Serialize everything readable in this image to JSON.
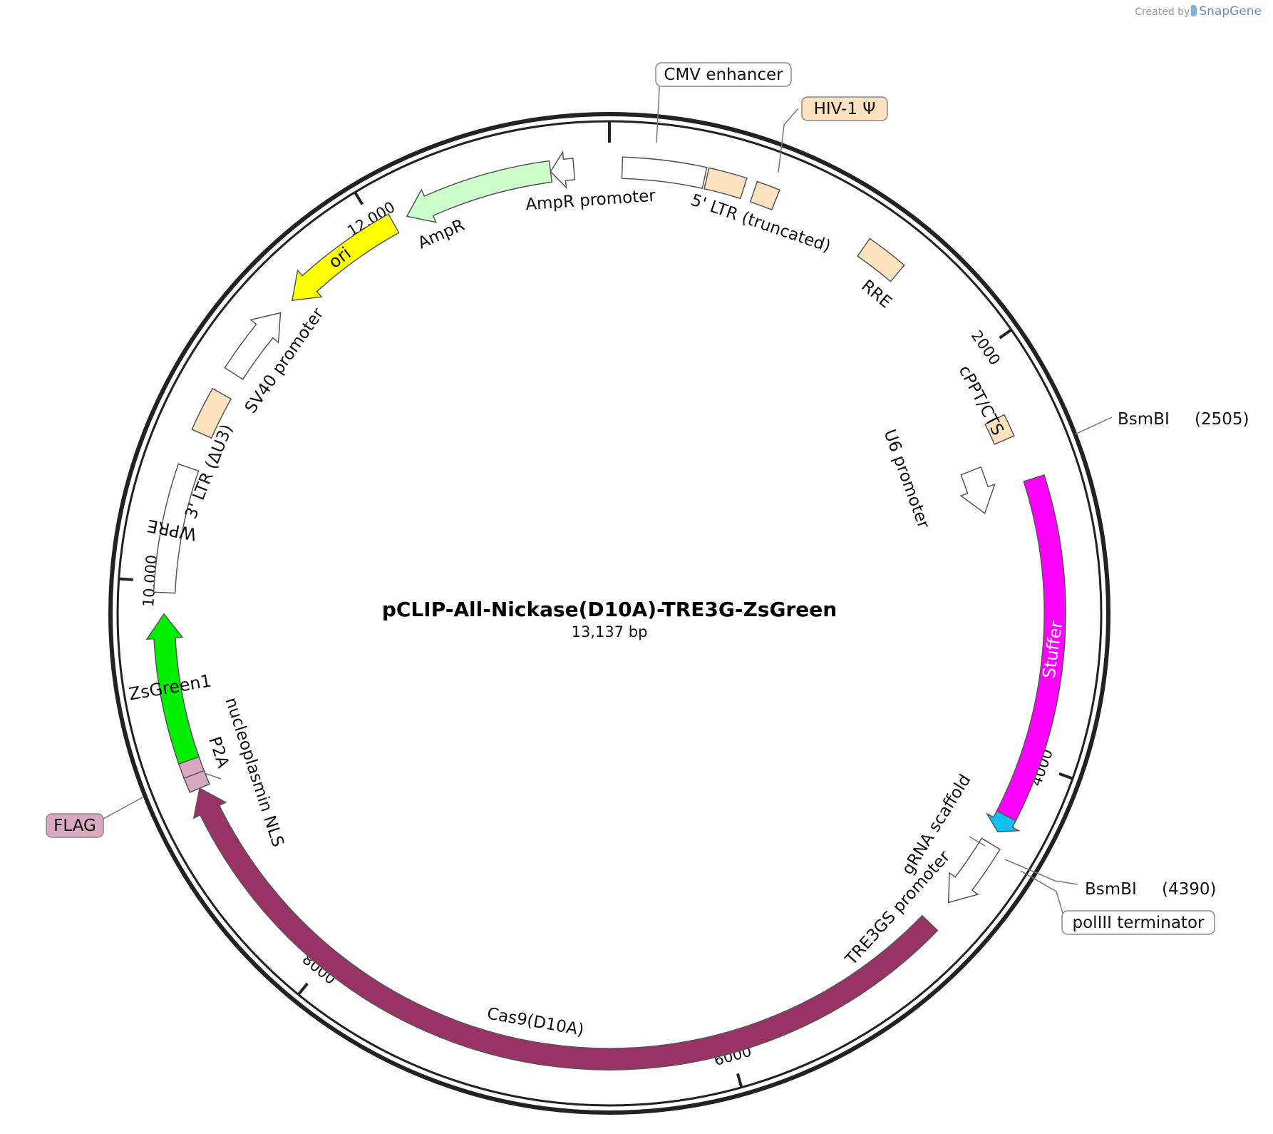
{
  "credit": {
    "created_by": "Created by",
    "brand": "SnapGene"
  },
  "plasmid": {
    "name": "pCLIP-All-Nickase(D10A)-TRE3G-ZsGreen",
    "size_label": "13,137 bp",
    "length": 13137
  },
  "ticks": [
    {
      "pos": 0,
      "label": ""
    },
    {
      "pos": 2000,
      "label": "2000"
    },
    {
      "pos": 4000,
      "label": "4000"
    },
    {
      "pos": 6000,
      "label": "6000"
    },
    {
      "pos": 8000,
      "label": "8000"
    },
    {
      "pos": 10000,
      "label": "10,000"
    },
    {
      "pos": 12000,
      "label": "12,000"
    }
  ],
  "features": [
    {
      "id": "cmv-enhancer",
      "label": "",
      "start": 60,
      "end": 450,
      "strand": 0,
      "color": "#ffffff",
      "track": 0
    },
    {
      "id": "5-ltr",
      "label": "",
      "start": 460,
      "end": 640,
      "strand": 0,
      "color": "#fde2c0",
      "track": 0
    },
    {
      "id": "hiv-psi",
      "label": "",
      "start": 690,
      "end": 800,
      "strand": 0,
      "color": "#fde2c0",
      "track": 0
    },
    {
      "id": "rre",
      "label": "",
      "start": 1270,
      "end": 1470,
      "strand": 0,
      "color": "#fde2c0",
      "track": 0
    },
    {
      "id": "cppt",
      "label": "",
      "start": 2310,
      "end": 2420,
      "strand": 0,
      "color": "#fde2c0",
      "track": 1
    },
    {
      "id": "u6-promoter",
      "label": "",
      "start": 2500,
      "end": 2740,
      "strand": 1,
      "color": "#ffffff",
      "track": 2
    },
    {
      "id": "stuffer",
      "label": "Stuffer",
      "start": 2640,
      "end": 4270,
      "strand": 0,
      "color": "#ff00ff",
      "track": 0
    },
    {
      "id": "grna-scaffold",
      "label": "",
      "start": 4270,
      "end": 4355,
      "strand": 1,
      "color": "#11c0f0",
      "track": 0
    },
    {
      "id": "tre3gs-promoter",
      "label": "",
      "start": 4420,
      "end": 4760,
      "strand": 1,
      "color": "#ffffff",
      "track": 0
    },
    {
      "id": "cas9",
      "label": "",
      "start": 4890,
      "end": 9010,
      "strand": 1,
      "color": "#993366",
      "track": 0
    },
    {
      "id": "flag",
      "label": "",
      "start": 9010,
      "end": 9080,
      "strand": 0,
      "color": "#d8a9c0",
      "track": 0
    },
    {
      "id": "p2a",
      "label": "",
      "start": 9080,
      "end": 9150,
      "strand": 0,
      "color": "#d8a9c0",
      "track": 0
    },
    {
      "id": "zsgreen",
      "label": "ZsGreen1",
      "start": 9150,
      "end": 9850,
      "strand": 1,
      "color": "#00ee00",
      "track": 0
    },
    {
      "id": "wpre",
      "label": "WPRE",
      "start": 9950,
      "end": 10550,
      "strand": 0,
      "color": "#ffffff",
      "track": 0
    },
    {
      "id": "3-ltr",
      "label": "",
      "start": 10720,
      "end": 10930,
      "strand": 0,
      "color": "#fde2c0",
      "track": 0
    },
    {
      "id": "sv40-promoter",
      "label": "",
      "start": 11040,
      "end": 11400,
      "strand": 1,
      "color": "#ffffff",
      "track": 0
    },
    {
      "id": "ori",
      "label": "ori",
      "start": 11480,
      "end": 12080,
      "strand": -1,
      "color": "#ffff00",
      "track": 0
    },
    {
      "id": "ampr",
      "label": "",
      "start": 12150,
      "end": 12860,
      "strand": -1,
      "color": "#ccffcc",
      "track": 0
    },
    {
      "id": "ampr-promoter",
      "label": "",
      "start": 12860,
      "end": 12970,
      "strand": -1,
      "color": "#ffffff",
      "track": 0
    }
  ],
  "labels": {
    "ampr_promoter": "AmpR promoter",
    "five_ltr": "5' LTR (truncated)",
    "rre": "RRE",
    "cppt": "cPPT/CTS",
    "u6": "U6 promoter",
    "grna": "gRNA scaffold",
    "tre3gs": "TRE3GS promoter",
    "cas9": "Cas9(D10A)",
    "nls": "nucleoplasmin NLS",
    "p2a": "P2A",
    "ltr3": "3' LTR (ΔU3)",
    "sv40": "SV40 promoter",
    "ampr": "AmpR"
  },
  "callouts": {
    "cmv": "CMV enhancer",
    "hiv": "HIV-1 Ψ",
    "bsmbi1_name": "BsmBI",
    "bsmbi1_pos": "(2505)",
    "bsmbi2_name": "BsmBI",
    "bsmbi2_pos": "(4390)",
    "poliii": "polIII terminator",
    "flag": "FLAG"
  }
}
